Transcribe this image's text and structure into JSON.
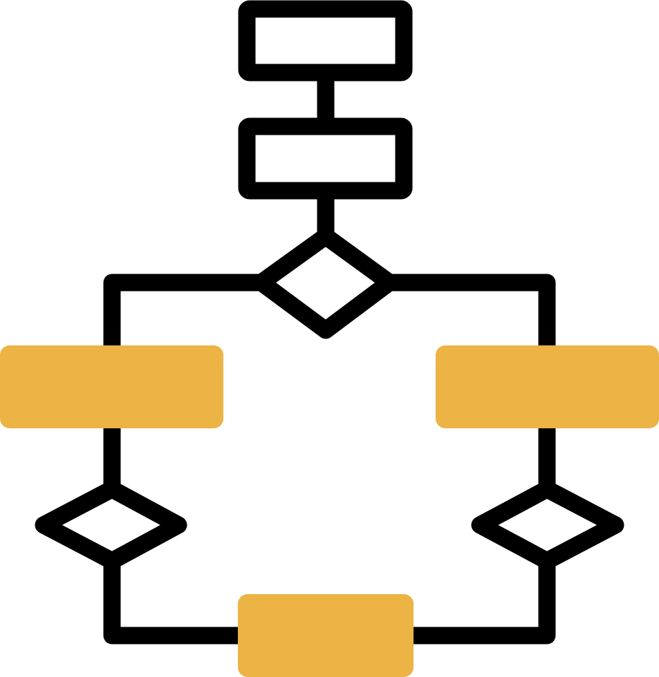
{
  "icon": {
    "name": "flowchart-icon",
    "colors": {
      "stroke": "#000000",
      "accent": "#ECB345",
      "background": "#FFFFFF"
    },
    "nodes": [
      {
        "id": "process-top",
        "shape": "rectangle",
        "fill": "none"
      },
      {
        "id": "process-second",
        "shape": "rectangle",
        "fill": "none"
      },
      {
        "id": "decision-top",
        "shape": "diamond",
        "fill": "none"
      },
      {
        "id": "process-left",
        "shape": "rectangle",
        "fill": "accent"
      },
      {
        "id": "process-right",
        "shape": "rectangle",
        "fill": "accent"
      },
      {
        "id": "decision-left",
        "shape": "diamond",
        "fill": "none"
      },
      {
        "id": "decision-right",
        "shape": "diamond",
        "fill": "none"
      },
      {
        "id": "process-bottom",
        "shape": "rectangle",
        "fill": "accent"
      }
    ]
  }
}
